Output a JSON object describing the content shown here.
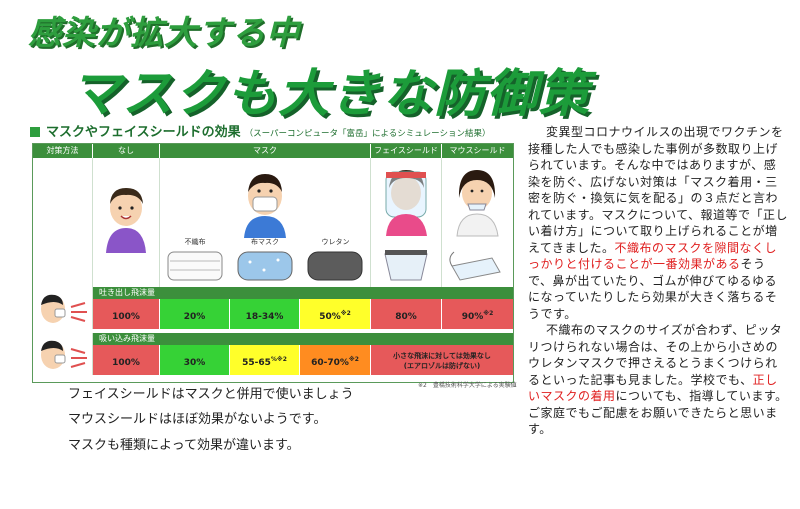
{
  "headline": {
    "line1": "感染が拡大する中",
    "line2": "マスクも大きな防御策"
  },
  "section": {
    "title": "マスクやフェイスシールドの効果",
    "subtitle": "（スーパーコンピュータ「富岳」によるシミュレーション結果）"
  },
  "table": {
    "headers": [
      "対策方法",
      "なし",
      "マスク",
      "フェイスシールド",
      "マウスシールド"
    ],
    "mask_types": [
      "不織布",
      "布マスク",
      "ウレタン"
    ],
    "exhale_label": "吐き出し飛沫量",
    "inhale_label": "吸い込み飛沫量",
    "exhale_values": [
      "100%",
      "20%",
      "18-34%",
      "50%",
      "80%",
      "90%"
    ],
    "exhale_marks": [
      "",
      "",
      "",
      "※2",
      "",
      "※2"
    ],
    "inhale_values": [
      "100%",
      "30%",
      "55-65",
      "60-70%"
    ],
    "inhale_marks": [
      "",
      "",
      "%※2",
      "※2"
    ],
    "inhale_shield_note_1": "小さな飛沫に対しては効果なし",
    "inhale_shield_note_2": "(エアロゾルは防げない)",
    "footnote": "※2　豊橋技術科学大学による実験値"
  },
  "captions": [
    "フェイスシールドはマスクと併用で使いましょう",
    "マウスシールドはほぼ効果がないようです。",
    "マスクも種類によって効果が違います。"
  ],
  "body": {
    "p1_a": "変異型コロナウイルスの出現でワクチンを接種した人でも感染した事例が多数取り上げられています。そんな中ではありますが、感染を防ぐ、広げない対策は「マスク着用・三密を防ぐ・換気に気を配る」の３点だと言われています。マスクについて、報道等で「正しい着け方」について取り上げられることが増えてきました。",
    "p1_hl": "不織布のマスクを隙間なくしっかりと付けることが一番効果がある",
    "p1_b": "そうで、鼻が出ていたり、ゴムが伸びてゆるゆるになっていたりしたら効果が大きく落ちるそうです。",
    "p2_a": "不織布のマスクのサイズが合わず、ピッタリつけられない場合は、その上から小さめのウレタンマスクで押さえるとうまくつけられるといった記事も見ました。学校でも、",
    "p2_hl": "正しいマスクの着用",
    "p2_b": "についても、指導しています。ご家庭でもご配慮をお願いできたらと思います。"
  },
  "colors": {
    "headline_green": "#1c9c3a",
    "header_green": "#3c8f3c",
    "red": "#e6595a",
    "green": "#36d236",
    "yellow": "#ffff2a",
    "orange": "#ff8c20",
    "highlight_text": "#e02020"
  }
}
